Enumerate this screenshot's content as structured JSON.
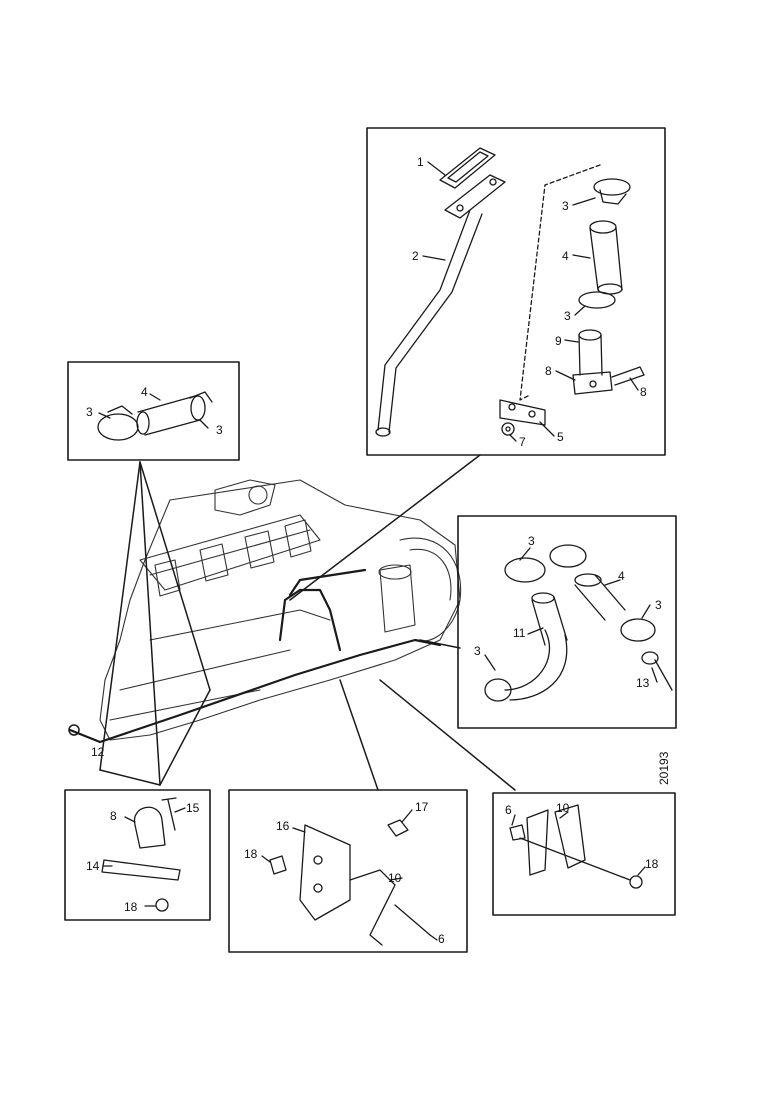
{
  "drawing_number": "20193",
  "panels": {
    "top_right": {
      "callouts": [
        {
          "id": "c1",
          "label": "1"
        },
        {
          "id": "c2",
          "label": "2"
        },
        {
          "id": "c3a",
          "label": "3"
        },
        {
          "id": "c4",
          "label": "4"
        },
        {
          "id": "c3b",
          "label": "3"
        },
        {
          "id": "c9",
          "label": "9"
        },
        {
          "id": "c8a",
          "label": "8"
        },
        {
          "id": "c8b",
          "label": "8"
        },
        {
          "id": "c5",
          "label": "5"
        },
        {
          "id": "c7",
          "label": "7"
        }
      ]
    },
    "top_left": {
      "callouts": [
        {
          "id": "c4",
          "label": "4"
        },
        {
          "id": "c3a",
          "label": "3"
        },
        {
          "id": "c3b",
          "label": "3"
        }
      ]
    },
    "middle_right": {
      "callouts": [
        {
          "id": "c3a",
          "label": "3"
        },
        {
          "id": "c4",
          "label": "4"
        },
        {
          "id": "c3b",
          "label": "3"
        },
        {
          "id": "c11",
          "label": "11"
        },
        {
          "id": "c3c",
          "label": "3"
        },
        {
          "id": "c13",
          "label": "13"
        }
      ]
    },
    "main": {
      "callouts": [
        {
          "id": "c12",
          "label": "12"
        }
      ]
    },
    "bottom_left": {
      "callouts": [
        {
          "id": "c8",
          "label": "8"
        },
        {
          "id": "c15",
          "label": "15"
        },
        {
          "id": "c14",
          "label": "14"
        },
        {
          "id": "c18",
          "label": "18"
        }
      ]
    },
    "bottom_middle": {
      "callouts": [
        {
          "id": "c16",
          "label": "16"
        },
        {
          "id": "c17",
          "label": "17"
        },
        {
          "id": "c18",
          "label": "18"
        },
        {
          "id": "c10",
          "label": "10"
        },
        {
          "id": "c6",
          "label": "6"
        }
      ]
    },
    "bottom_right": {
      "callouts": [
        {
          "id": "c6",
          "label": "6"
        },
        {
          "id": "c10",
          "label": "10"
        },
        {
          "id": "c18",
          "label": "18"
        }
      ]
    }
  }
}
